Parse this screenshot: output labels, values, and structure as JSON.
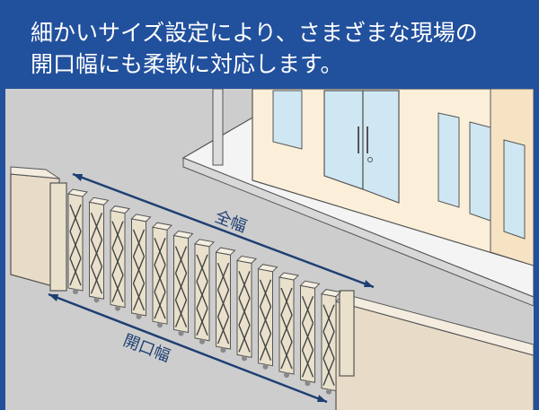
{
  "header": {
    "line1": "細かいサイズ設定により、さまざまな現場の",
    "line2": "開口幅にも柔軟に対応します。"
  },
  "labels": {
    "total_width": "全幅",
    "opening_width": "開口幅"
  },
  "colors": {
    "frame_blue": "#21509d",
    "dimension_line": "#1e3f73",
    "ground": "#cdcdcd",
    "sidewalk": "#f4f4f4",
    "building_wall": "#fcefd9",
    "window_glass": "#cfe7f2",
    "side_wall": "#e8dcc8",
    "gate": "#e9e1cc"
  },
  "icons": {
    "gate": "accordion-gate-illustration"
  }
}
